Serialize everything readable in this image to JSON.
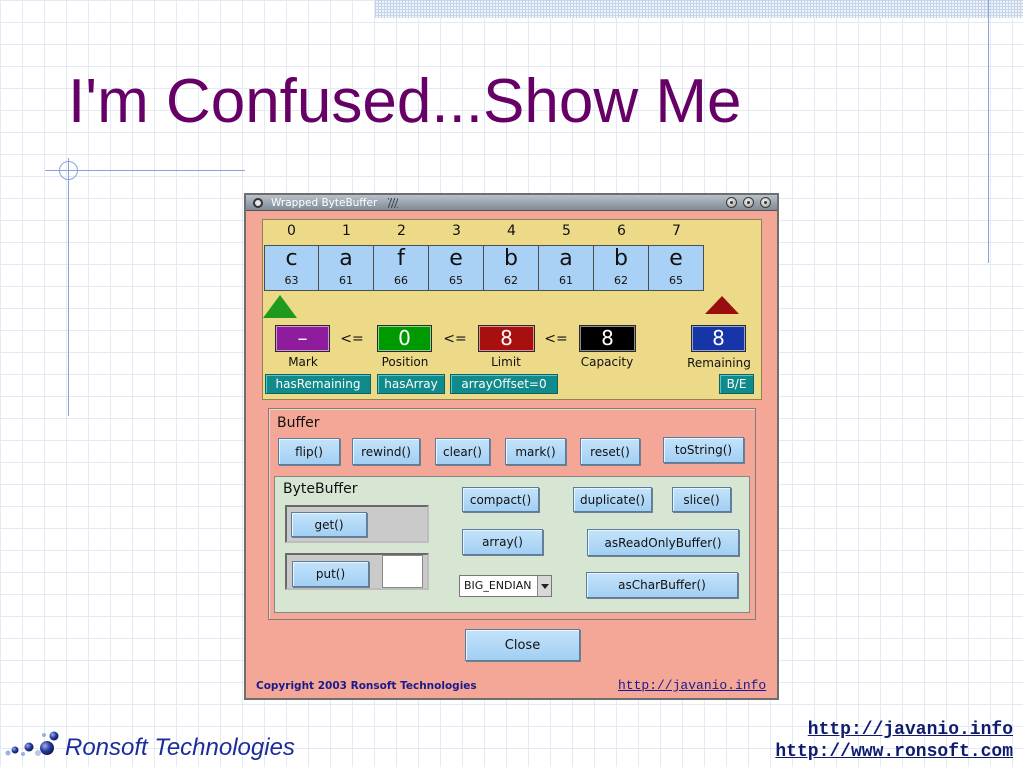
{
  "slide": {
    "title": "I'm Confused...Show Me",
    "title_color": "#660066",
    "company": "Ronsoft Technologies",
    "company_color": "#1c2c9a",
    "links": [
      "http://javanio.info",
      "http://www.ronsoft.com"
    ],
    "logo_icon": "ronsoft-dots-logo-icon"
  },
  "window": {
    "title": "Wrapped ByteBuffer",
    "icon": "window-menu-icon",
    "controls": [
      "minimize-icon",
      "maximize-icon",
      "close-icon"
    ]
  },
  "bytes": {
    "indices": [
      "0",
      "1",
      "2",
      "3",
      "4",
      "5",
      "6",
      "7"
    ],
    "cells": [
      {
        "char": "c",
        "hex": "63"
      },
      {
        "char": "a",
        "hex": "61"
      },
      {
        "char": "f",
        "hex": "66"
      },
      {
        "char": "e",
        "hex": "65"
      },
      {
        "char": "b",
        "hex": "62"
      },
      {
        "char": "a",
        "hex": "61"
      },
      {
        "char": "b",
        "hex": "62"
      },
      {
        "char": "e",
        "hex": "65"
      }
    ]
  },
  "pointers": {
    "separator": "<=",
    "mark": {
      "label": "Mark",
      "value": "–",
      "color": "#8e1c9c"
    },
    "position": {
      "label": "Position",
      "value": "0",
      "color": "#009a00",
      "marker_icon": "position-pointer-triangle-icon",
      "marker_color": "#1f9a1f"
    },
    "limit": {
      "label": "Limit",
      "value": "8",
      "color": "#a81010",
      "marker_icon": "limit-pointer-triangle-icon",
      "marker_color": "#9a0e0e"
    },
    "capacity": {
      "label": "Capacity",
      "value": "8",
      "color": "#000000"
    },
    "remaining": {
      "label": "Remaining",
      "value": "8",
      "color": "#1636a8"
    }
  },
  "flags": {
    "has_remaining": "hasRemaining",
    "has_array": "hasArray",
    "array_offset": "arrayOffset=0",
    "byte_order": "B/E",
    "color": "#108a8a"
  },
  "buffer_panel": {
    "title": "Buffer",
    "buttons": {
      "flip": "flip()",
      "rewind": "rewind()",
      "clear": "clear()",
      "mark": "mark()",
      "reset": "reset()",
      "to_string": "toString()"
    }
  },
  "bytebuffer_panel": {
    "title": "ByteBuffer",
    "get": "get()",
    "put": "put()",
    "put_value": "",
    "buttons": {
      "compact": "compact()",
      "duplicate": "duplicate()",
      "slice": "slice()",
      "array": "array()",
      "as_read_only_buffer": "asReadOnlyBuffer()",
      "as_char_buffer": "asCharBuffer()"
    },
    "byte_order_selected": "BIG_ENDIAN"
  },
  "close_label": "Close",
  "window_footer": {
    "copyright": "Copyright 2003 Ronsoft Technologies",
    "link": "http://javanio.info"
  }
}
